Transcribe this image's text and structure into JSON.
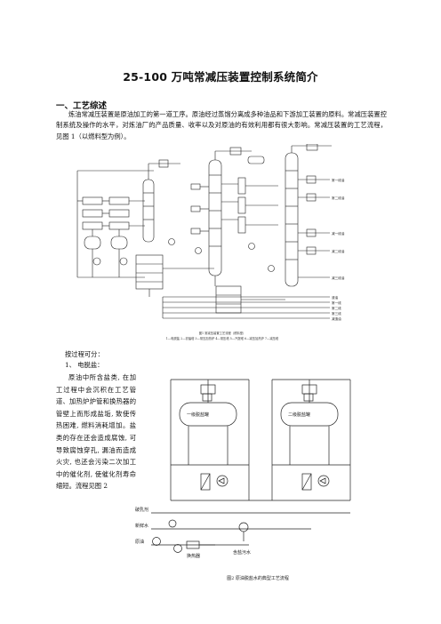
{
  "doc": {
    "title": "25-100 万吨常减压装置控制系统简介",
    "section1_heading": "一、工艺综述",
    "section1_paragraph": "炼油常减压装置是原油加工的第一道工序。原油经过蒸馏分离成多种油品和下游加工装置的原料。常减压装置控制系统及操作的水平，对炼油厂的产品质量、收率以及对原油的有效利用都有很大影响。常减压装置的工艺流程，见图 1（以燃料型为例）。",
    "process_lead": "按过程可分：",
    "item1_heading": "1、 电脱盐：",
    "item1_text": "原油中所含盐类, 在加工过程中会沉积在工艺管道、加热炉炉管和换热器的管壁上而形成盐垢, 致使传热困难, 燃料消耗增加。盐类的存在还会造成腐蚀, 可导致腐蚀穿孔, 漏油而造成火灾, 也还会污染二次加工中的催化剂, 使催化剂寿命缩短。流程见图 2"
  },
  "figure1": {
    "caption_line1": "图1 常减压装置工艺流程（燃料型）",
    "caption_line2": "1—电脱盐  2—初馏塔  3—常压加热炉  4—常压塔  5—汽提塔  6—减压加热炉  7—减压塔",
    "labels_right": [
      "常一线油",
      "常二线油",
      "减一线油",
      "减二线油",
      "减三线油"
    ],
    "labels_bottom": [
      "渣油",
      "常一线",
      "常二线",
      "常三线",
      "减渣油"
    ]
  },
  "figure2": {
    "caption": "图2 原油脱盐水的典型工艺流程",
    "tank1_label": "一级脱盐罐",
    "tank2_label": "二级脱盐罐",
    "label_demulsifier": "破乳剂",
    "label_fresh_water": "新鲜水",
    "label_crude": "原油",
    "label_heat_exchanger": "换热器",
    "label_wastewater": "含盐污水"
  }
}
